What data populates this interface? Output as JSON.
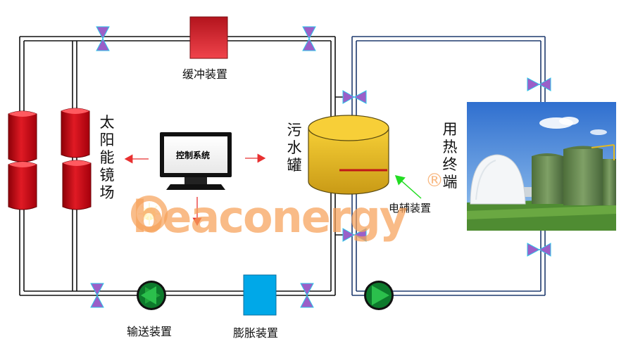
{
  "labels": {
    "buffer": "缓冲装置",
    "solar_field": "太阳能镜场",
    "control": "控制系统",
    "tank": "污水罐",
    "electric_aux": "电辅装置",
    "heat_terminal": "用热终端",
    "transfer": "输送装置",
    "expansion": "膨胀装置"
  },
  "watermark": {
    "text": "beaconergy",
    "registered": "®"
  },
  "colors": {
    "valve": "#9b5fc8",
    "pump_green": "#1fa33a",
    "buffer_red": "#e8303a",
    "expansion_blue": "#00a8e8",
    "tank_yellow": "#f2c230",
    "mirror_red": "#d8101c",
    "arrow_red": "#e83030",
    "arrow_green": "#22dd22",
    "right_loop_pipe": "#1f3a6e",
    "watermark_orange": "#f7a25a"
  },
  "icons": [
    "valve-icon",
    "pump-icon",
    "monitor-icon",
    "tank-icon",
    "solar-mirror-icon",
    "biogas-plant-photo"
  ]
}
